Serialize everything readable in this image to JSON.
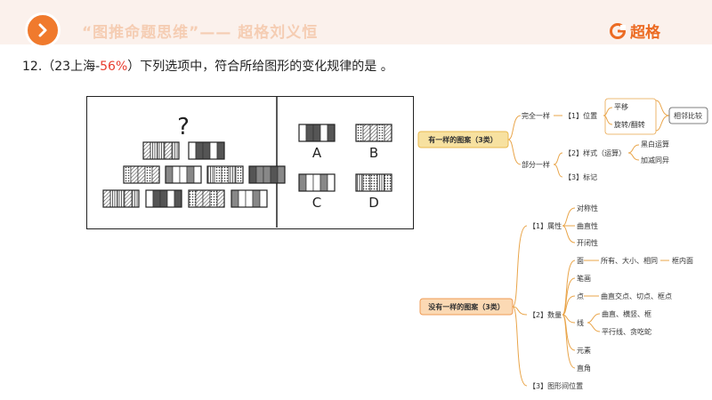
{
  "banner": {
    "title": "“图推命题思维”—— 超格刘义恒",
    "logo_text": "超格",
    "accent_color": "#f07a2d"
  },
  "question": {
    "prefix": "12.（23上海-",
    "percent": "56%",
    "suffix": "）下列选项中，符合所给图形的变化规律的是 。"
  },
  "puzzle": {
    "mark": "?",
    "options": [
      "A",
      "B",
      "C",
      "D"
    ]
  },
  "mindmap": {
    "root1": "有一样的图案（3类）",
    "root1_branches": {
      "same": "完全一样",
      "same_pos": "【1】位置",
      "pingyi": "平移",
      "xuanzhuan": "旋转/翻转",
      "xianglin": "相邻比较",
      "partial": "部分一样",
      "style": "【2】样式（运算）",
      "heibai": "黑白运算",
      "jiajian": "加减同异",
      "biaoji": "【3】标记"
    },
    "root2": "没有一样的图案（3类）",
    "root2_branches": {
      "shuxing": "【1】属性",
      "duicheng": "对称性",
      "quzhi": "曲直性",
      "kaibi": "开闭性",
      "shuliang": "【2】数量",
      "mian": "面",
      "mian_detail": "所有、大小、相同",
      "kuangnei": "框内面",
      "bihua": "笔画",
      "dian": "点",
      "dian_detail": "曲直交点、切点、框点",
      "xian": "线",
      "xian_detail1": "曲直、横竖、框",
      "xian_detail2": "平行线、贪吃蛇",
      "yuansu": "元素",
      "zhijiao": "直角",
      "weizhi": "【3】图形间位置"
    }
  }
}
